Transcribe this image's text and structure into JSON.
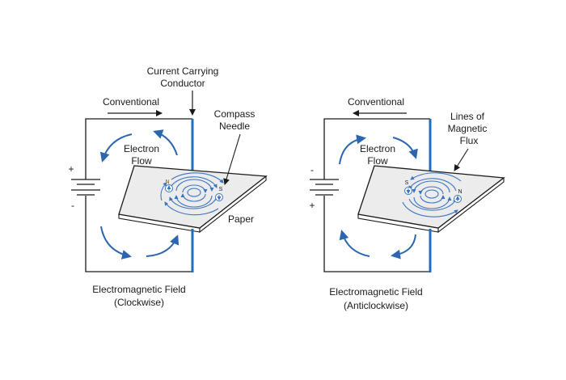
{
  "colors": {
    "conductor": "#1f6fc1",
    "flow_arrow": "#2b66ae",
    "flux_line": "#3a74c0",
    "paper": "#ececec",
    "wire": "#1a1a1a"
  },
  "left_diagram": {
    "conductor_label_line1": "Current Carrying",
    "conductor_label_line2": "Conductor",
    "conventional_label": "Conventional",
    "conventional_direction": "right",
    "electron_flow_line1": "Electron",
    "electron_flow_line2": "Flow",
    "compass_label_line1": "Compass",
    "compass_label_line2": "Needle",
    "paper_label": "Paper",
    "battery_top": "+",
    "battery_bottom": "-",
    "compass_left": "N",
    "compass_right": "S",
    "caption_line1": "Electromagnetic Field",
    "caption_line2": "(Clockwise)"
  },
  "right_diagram": {
    "conventional_label": "Conventional",
    "conventional_direction": "left",
    "electron_flow_line1": "Electron",
    "electron_flow_line2": "Flow",
    "flux_label_line1": "Lines of",
    "flux_label_line2": "Magnetic",
    "flux_label_line3": "Flux",
    "battery_top": "-",
    "battery_bottom": "+",
    "compass_left": "S",
    "compass_right": "N",
    "caption_line1": "Electromagnetic Field",
    "caption_line2": "(Anticlockwise)"
  }
}
